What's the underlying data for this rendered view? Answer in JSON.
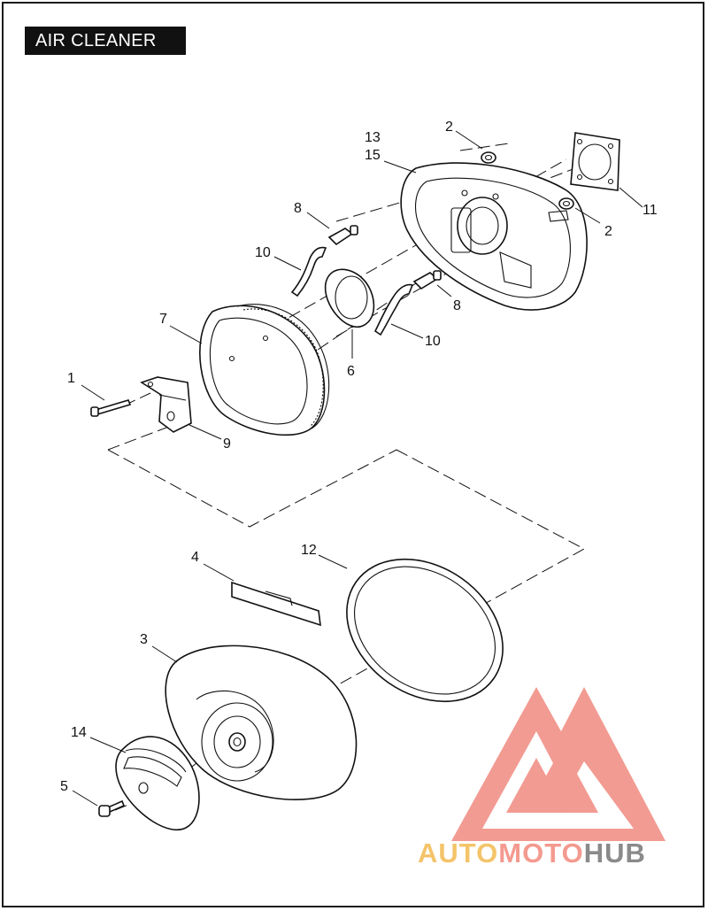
{
  "title": "AIR CLEANER",
  "callouts": [
    {
      "id": "c1",
      "label": "1"
    },
    {
      "id": "c2a",
      "label": "2"
    },
    {
      "id": "c2b",
      "label": "2"
    },
    {
      "id": "c3",
      "label": "3"
    },
    {
      "id": "c4",
      "label": "4"
    },
    {
      "id": "c5",
      "label": "5"
    },
    {
      "id": "c6",
      "label": "6"
    },
    {
      "id": "c7",
      "label": "7"
    },
    {
      "id": "c8a",
      "label": "8"
    },
    {
      "id": "c8b",
      "label": "8"
    },
    {
      "id": "c9",
      "label": "9"
    },
    {
      "id": "c10a",
      "label": "10"
    },
    {
      "id": "c10b",
      "label": "10"
    },
    {
      "id": "c11",
      "label": "11"
    },
    {
      "id": "c12",
      "label": "12"
    },
    {
      "id": "c13",
      "label": "13"
    },
    {
      "id": "c14",
      "label": "14"
    },
    {
      "id": "c15",
      "label": "15"
    }
  ],
  "watermark": {
    "part1": "AUTO",
    "part2": "MOTO",
    "part3": "HUB",
    "colors": {
      "auto": "#f4c46a",
      "moto": "#f49a8f",
      "hub": "#8a8a8a",
      "logo": "#f08a80"
    }
  }
}
